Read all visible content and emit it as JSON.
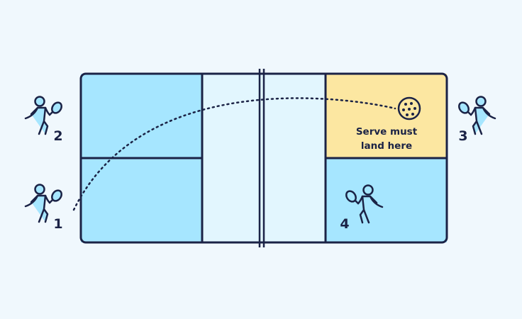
{
  "diagram": {
    "serve_label_line1": "Serve must",
    "serve_label_line2": "land here",
    "players": [
      {
        "number": "1"
      },
      {
        "number": "2"
      },
      {
        "number": "3"
      },
      {
        "number": "4"
      }
    ],
    "colors": {
      "background": "#F0F8FD",
      "court_zone": "#A6E6FF",
      "kitchen_zone": "#E2F6FE",
      "target_zone": "#FCE7A1",
      "outline": "#1B2346"
    }
  }
}
